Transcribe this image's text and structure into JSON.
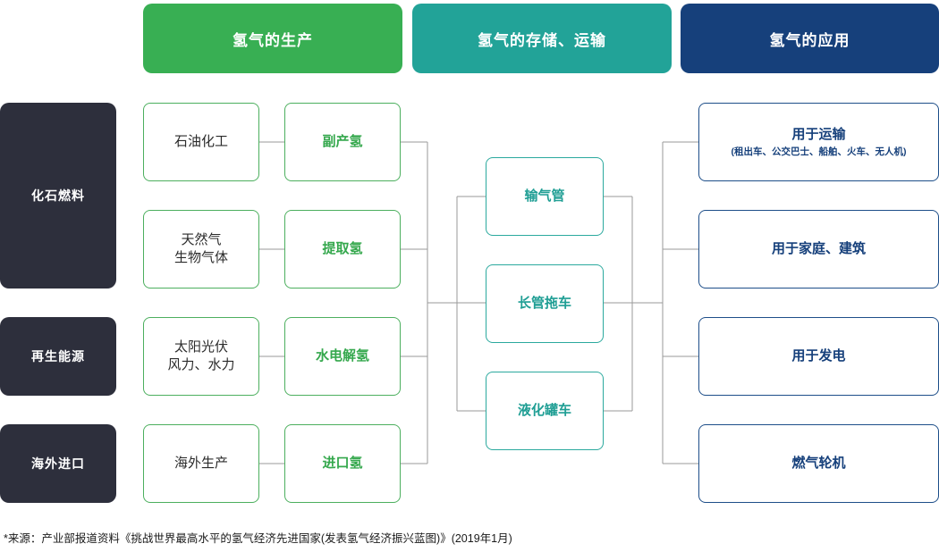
{
  "banners": [
    {
      "id": "production",
      "label": "氢气的生产",
      "color": "#38AF53"
    },
    {
      "id": "storage",
      "label": "氢气的存储、运输",
      "color": "#22A398"
    },
    {
      "id": "application",
      "label": "氢气的应用",
      "color": "#16407B"
    }
  ],
  "categories": [
    {
      "id": "fossil",
      "label": "化石燃料"
    },
    {
      "id": "renew",
      "label": "再生能源"
    },
    {
      "id": "import",
      "label": "海外进口"
    }
  ],
  "sources": [
    {
      "id": "petrochem",
      "label": "石油化工"
    },
    {
      "id": "natgas",
      "line1": "天然气",
      "line2": "生物气体"
    },
    {
      "id": "solarwind",
      "line1": "太阳光伏",
      "line2": "风力、水力"
    },
    {
      "id": "overseas",
      "label": "海外生产"
    }
  ],
  "production": [
    {
      "id": "byproduct",
      "label": "副产氢"
    },
    {
      "id": "extraction",
      "label": "提取氢"
    },
    {
      "id": "electrolysis",
      "label": "水电解氢"
    },
    {
      "id": "imported",
      "label": "进口氢"
    }
  ],
  "storage": [
    {
      "id": "pipeline",
      "label": "输气管"
    },
    {
      "id": "tubetrailer",
      "label": "长管拖车"
    },
    {
      "id": "liquidtank",
      "label": "液化罐车"
    }
  ],
  "applications": [
    {
      "id": "transport",
      "label": "用于运输",
      "sub": "(租出车、公交巴士、船舶、火车、无人机)"
    },
    {
      "id": "building",
      "label": "用于家庭、建筑",
      "sub": ""
    },
    {
      "id": "power",
      "label": "用于发电",
      "sub": ""
    },
    {
      "id": "turbine",
      "label": "燃气轮机",
      "sub": ""
    }
  ],
  "footer": {
    "text": "*来源：产业部报道资料《挑战世界最高水平的氢气经济先进国家(发表氢气经济振兴蓝图)》(2019年1月)"
  },
  "colors": {
    "green": "#38AF53",
    "teal": "#22A398",
    "navy": "#16407B",
    "dark": "#2D2F3C",
    "connector": "#9a9a9a"
  },
  "diagram_meta": {
    "type": "flow-diagram",
    "columns": 4,
    "flow": "化石燃料/再生能源/海外进口 → 氢气的生产 → 氢气的存储、运输 → 氢气的应用"
  }
}
